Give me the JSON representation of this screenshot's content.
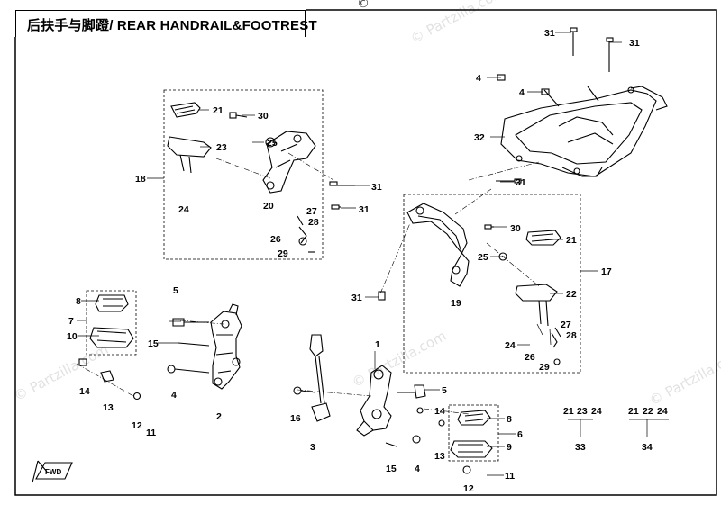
{
  "title": "后扶手与脚蹬/ REAR HANDRAIL&FOOTREST",
  "copyright": "©",
  "watermarks": [
    "© Partzilla.com",
    "© Partzilla.com",
    "© Partzilla.com",
    "© Partzilla.com"
  ],
  "fwd_label": "FWD",
  "callouts": [
    "1",
    "2",
    "3",
    "4",
    "5",
    "6",
    "7",
    "8",
    "9",
    "10",
    "11",
    "12",
    "13",
    "14",
    "15",
    "16",
    "17",
    "18",
    "19",
    "20",
    "21",
    "22",
    "23",
    "24",
    "25",
    "26",
    "27",
    "28",
    "29",
    "30",
    "31",
    "32",
    "33",
    "34"
  ],
  "kits": {
    "k33": {
      "parts": [
        "21",
        "23",
        "24"
      ],
      "label": "33"
    },
    "k34": {
      "parts": [
        "21",
        "22",
        "24"
      ],
      "label": "34"
    }
  }
}
